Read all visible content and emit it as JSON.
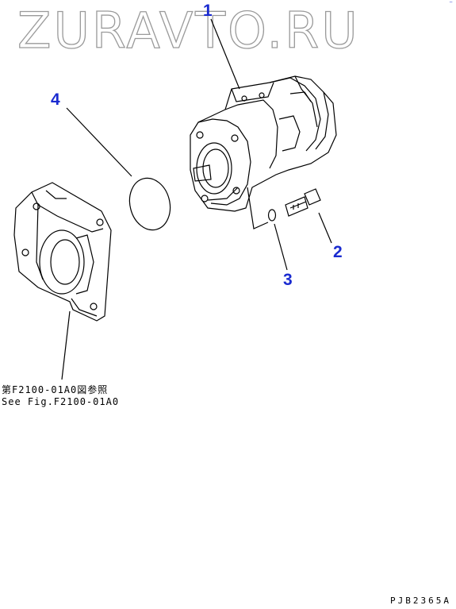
{
  "watermark": "ZURAVTO.RU",
  "callouts": [
    {
      "id": "1",
      "label": "1"
    },
    {
      "id": "2",
      "label": "2"
    },
    {
      "id": "3",
      "label": "3"
    },
    {
      "id": "4",
      "label": "4"
    }
  ],
  "reference_note": {
    "line_jp": "第F2100-01A0図参照",
    "line_en": "See Fig.F2100-01A0"
  },
  "drawing_code": "PJB2365A",
  "colors": {
    "callout": "#1a2bd0",
    "line": "#000000",
    "watermark_stroke": "#9a9a9a"
  }
}
